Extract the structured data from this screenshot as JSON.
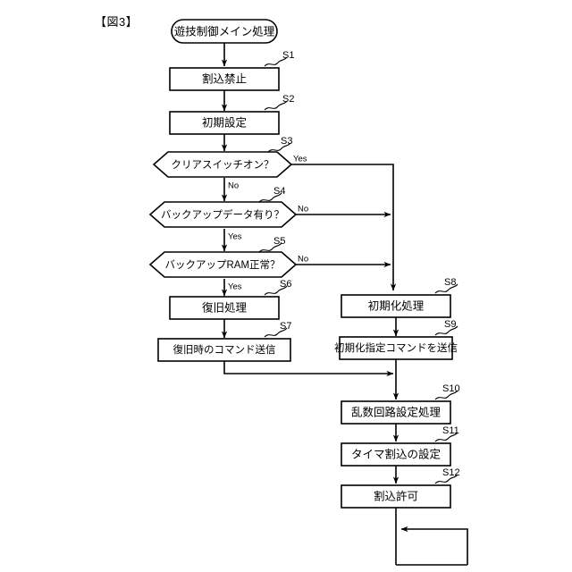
{
  "figure": {
    "label": "【図3】",
    "title_node": {
      "id": "start",
      "text": "遊技制御メイン処理",
      "shape": "terminator"
    }
  },
  "colors": {
    "background": "#ffffff",
    "stroke": "#000000",
    "text": "#000000",
    "shape_fill": "#ffffff"
  },
  "nodes": [
    {
      "id": "start",
      "step": "",
      "text": "遊技制御メイン処理",
      "shape": "terminator"
    },
    {
      "id": "s1",
      "step": "S1",
      "text": "割込禁止",
      "shape": "process"
    },
    {
      "id": "s2",
      "step": "S2",
      "text": "初期設定",
      "shape": "process"
    },
    {
      "id": "s3",
      "step": "S3",
      "text": "クリアスイッチオン？",
      "shape": "decision"
    },
    {
      "id": "s4",
      "step": "S4",
      "text": "バックアップデータ有り？",
      "shape": "decision"
    },
    {
      "id": "s5",
      "step": "S5",
      "text": "バックアップRAM正常？",
      "shape": "decision"
    },
    {
      "id": "s6",
      "step": "S6",
      "text": "復旧処理",
      "shape": "process"
    },
    {
      "id": "s7",
      "step": "S7",
      "text": "復旧時のコマンド送信",
      "shape": "process"
    },
    {
      "id": "s8",
      "step": "S8",
      "text": "初期化処理",
      "shape": "process"
    },
    {
      "id": "s9",
      "step": "S9",
      "text": "初期化指定コマンドを送信",
      "shape": "process"
    },
    {
      "id": "s10",
      "step": "S10",
      "text": "乱数回路設定処理",
      "shape": "process"
    },
    {
      "id": "s11",
      "step": "S11",
      "text": "タイマ割込の設定",
      "shape": "process"
    },
    {
      "id": "s12",
      "step": "S12",
      "text": "割込許可",
      "shape": "process"
    }
  ],
  "branch_labels": {
    "s3_yes": "Yes",
    "s3_no": "No",
    "s4_no": "No",
    "s4_yes": "Yes",
    "s5_no": "No",
    "s5_yes": "Yes"
  },
  "step_labels": {
    "s1": "S1",
    "s2": "S2",
    "s3": "S3",
    "s4": "S4",
    "s5": "S5",
    "s6": "S6",
    "s7": "S7",
    "s8": "S8",
    "s9": "S9",
    "s10": "S10",
    "s11": "S11",
    "s12": "S12"
  },
  "edges": [
    {
      "from": "start",
      "to": "s1",
      "label": ""
    },
    {
      "from": "s1",
      "to": "s2",
      "label": ""
    },
    {
      "from": "s2",
      "to": "s3",
      "label": ""
    },
    {
      "from": "s3",
      "to": "s8",
      "label": "Yes"
    },
    {
      "from": "s3",
      "to": "s4",
      "label": "No"
    },
    {
      "from": "s4",
      "to": "s8",
      "label": "No"
    },
    {
      "from": "s4",
      "to": "s5",
      "label": "Yes"
    },
    {
      "from": "s5",
      "to": "s8",
      "label": "No"
    },
    {
      "from": "s5",
      "to": "s6",
      "label": "Yes"
    },
    {
      "from": "s6",
      "to": "s7",
      "label": ""
    },
    {
      "from": "s7",
      "to": "s10",
      "label": ""
    },
    {
      "from": "s8",
      "to": "s9",
      "label": ""
    },
    {
      "from": "s9",
      "to": "s10",
      "label": ""
    },
    {
      "from": "s10",
      "to": "s11",
      "label": ""
    },
    {
      "from": "s11",
      "to": "s12",
      "label": ""
    },
    {
      "from": "s12",
      "to": "loop",
      "label": ""
    }
  ],
  "loop": {
    "id": "loop",
    "description": "bottom-loop-back"
  }
}
